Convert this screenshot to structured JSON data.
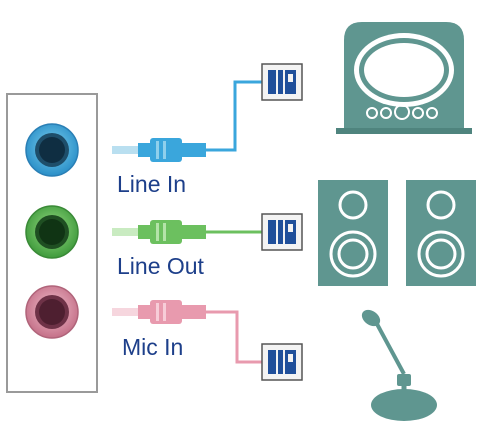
{
  "labels": {
    "line_in": "Line In",
    "line_out": "Line Out",
    "mic_in": "Mic In"
  },
  "colors": {
    "line_in": "#3aa6dc",
    "line_out": "#6cc05f",
    "mic_in": "#e89aae",
    "device": "#5f9690",
    "device_dark": "#3f6f6a",
    "label_text": "#1d3f8a",
    "connector_icon": "#1f4f9a"
  },
  "icons": [
    "audio-jack-icon",
    "audio-plug-icon",
    "connector-box-icon",
    "monitor-icon",
    "speaker-icon",
    "microphone-icon"
  ]
}
